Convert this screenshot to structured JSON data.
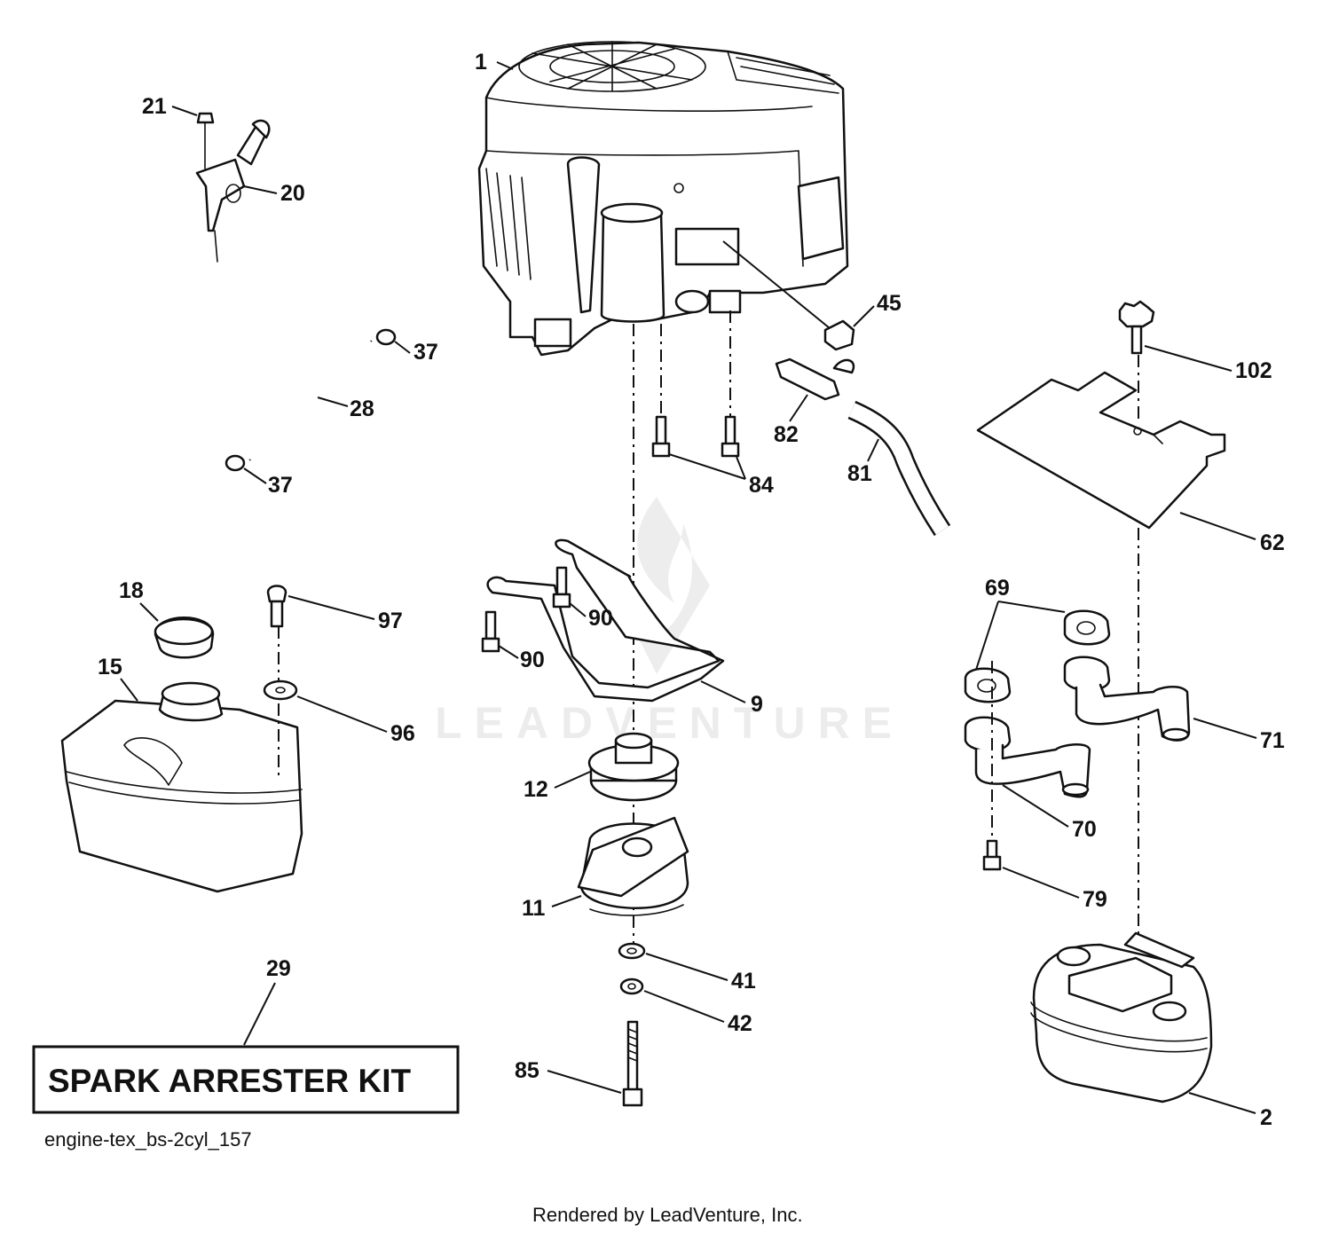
{
  "callouts": {
    "c1": "1",
    "c2": "2",
    "c9": "9",
    "c11": "11",
    "c12": "12",
    "c15": "15",
    "c18": "18",
    "c20": "20",
    "c21": "21",
    "c28": "28",
    "c29": "29",
    "c37a": "37",
    "c37b": "37",
    "c41": "41",
    "c42": "42",
    "c45": "45",
    "c62": "62",
    "c69": "69",
    "c70": "70",
    "c71": "71",
    "c79": "79",
    "c81": "81",
    "c82": "82",
    "c84": "84",
    "c85": "85",
    "c90a": "90",
    "c90b": "90",
    "c96": "96",
    "c97": "97",
    "c102": "102"
  },
  "kit_label": "SPARK ARRESTER KIT",
  "diagram_ref": "engine-tex_bs-2cyl_157",
  "footer": "Rendered by LeadVenture, Inc.",
  "watermark": "LEADVENTURE"
}
